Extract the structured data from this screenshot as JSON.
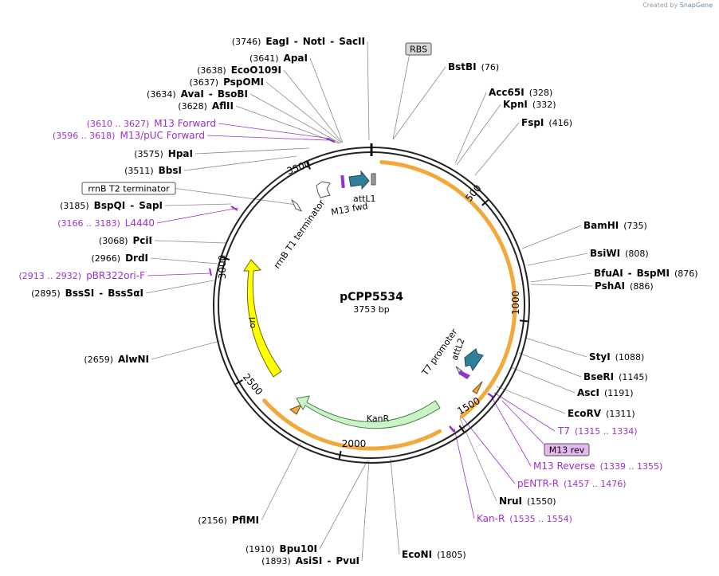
{
  "credit": {
    "prefix": "Created by",
    "brand": "SnapGene"
  },
  "plasmid": {
    "name": "pCPP5534",
    "length_label": "3753 bp",
    "length": 3753
  },
  "ticks": [
    "500",
    "1000",
    "1500",
    "2000",
    "2500",
    "3000",
    "3500"
  ],
  "features": [
    {
      "name": "attL1",
      "type": "arrow",
      "color": "#2f7f9a"
    },
    {
      "name": "M13 fwd",
      "type": "primer",
      "color": "#7a2fb0"
    },
    {
      "name": "rrnB T1 terminator",
      "type": "terminator",
      "color": "#ffffff"
    },
    {
      "name": "ori",
      "type": "arc",
      "color": "#ffff00"
    },
    {
      "name": "KanR",
      "type": "arc",
      "color": "#c9f5c6"
    },
    {
      "name": "attL2",
      "type": "arrow",
      "color": "#2f7f9a"
    },
    {
      "name": "T7 promoter",
      "type": "promoter",
      "color": "#ffffff"
    }
  ],
  "tag_boxes": [
    {
      "text": "RBS"
    },
    {
      "text": "rrnB T2 terminator"
    },
    {
      "text": "M13 rev"
    }
  ],
  "sites": [
    {
      "parts": [
        {
          "t": "(3746)",
          "k": "n"
        },
        {
          "t": "EagI",
          "k": "b"
        },
        {
          "t": "-",
          "k": "s"
        },
        {
          "t": "NotI",
          "k": "b"
        },
        {
          "t": "-",
          "k": "s"
        },
        {
          "t": "SacII",
          "k": "b"
        }
      ]
    },
    {
      "parts": [
        {
          "t": "(3641)",
          "k": "n"
        },
        {
          "t": "ApaI",
          "k": "b"
        }
      ]
    },
    {
      "parts": [
        {
          "t": "(3638)",
          "k": "n"
        },
        {
          "t": "EcoO109I",
          "k": "b"
        }
      ]
    },
    {
      "parts": [
        {
          "t": "(3637)",
          "k": "n"
        },
        {
          "t": "PspOMI",
          "k": "b"
        }
      ]
    },
    {
      "parts": [
        {
          "t": "(3634)",
          "k": "n"
        },
        {
          "t": "AvaI",
          "k": "b"
        },
        {
          "t": "-",
          "k": "s"
        },
        {
          "t": "BsoBI",
          "k": "b"
        }
      ]
    },
    {
      "parts": [
        {
          "t": "(3628)",
          "k": "n"
        },
        {
          "t": "AflII",
          "k": "b"
        }
      ]
    },
    {
      "parts": [
        {
          "t": "(3610 .. 3627)",
          "k": "pn"
        },
        {
          "t": "M13 Forward",
          "k": "p"
        }
      ]
    },
    {
      "parts": [
        {
          "t": "(3596 .. 3618)",
          "k": "pn"
        },
        {
          "t": "M13/pUC Forward",
          "k": "p"
        }
      ]
    },
    {
      "parts": [
        {
          "t": "(3575)",
          "k": "n"
        },
        {
          "t": "HpaI",
          "k": "b"
        }
      ]
    },
    {
      "parts": [
        {
          "t": "(3511)",
          "k": "n"
        },
        {
          "t": "BbsI",
          "k": "b"
        }
      ]
    },
    {
      "parts": [
        {
          "t": "(3185)",
          "k": "n"
        },
        {
          "t": "BspQI",
          "k": "b"
        },
        {
          "t": "-",
          "k": "s"
        },
        {
          "t": "SapI",
          "k": "b"
        }
      ]
    },
    {
      "parts": [
        {
          "t": "(3166 .. 3183)",
          "k": "pn"
        },
        {
          "t": "L4440",
          "k": "p"
        }
      ]
    },
    {
      "parts": [
        {
          "t": "(3068)",
          "k": "n"
        },
        {
          "t": "PciI",
          "k": "b"
        }
      ]
    },
    {
      "parts": [
        {
          "t": "(2966)",
          "k": "n"
        },
        {
          "t": "DrdI",
          "k": "b"
        }
      ]
    },
    {
      "parts": [
        {
          "t": "(2913 .. 2932)",
          "k": "pn"
        },
        {
          "t": "pBR322ori-F",
          "k": "p"
        }
      ]
    },
    {
      "parts": [
        {
          "t": "(2895)",
          "k": "n"
        },
        {
          "t": "BssSI",
          "k": "b"
        },
        {
          "t": "-",
          "k": "s"
        },
        {
          "t": "BssSαI",
          "k": "b"
        }
      ]
    },
    {
      "parts": [
        {
          "t": "(2659)",
          "k": "n"
        },
        {
          "t": "AlwNI",
          "k": "b"
        }
      ]
    },
    {
      "parts": [
        {
          "t": "(2156)",
          "k": "n"
        },
        {
          "t": "PflMI",
          "k": "b"
        }
      ]
    },
    {
      "parts": [
        {
          "t": "(1910)",
          "k": "n"
        },
        {
          "t": "Bpu10I",
          "k": "b"
        }
      ]
    },
    {
      "parts": [
        {
          "t": "(1893)",
          "k": "n"
        },
        {
          "t": "AsiSI",
          "k": "b"
        },
        {
          "t": "-",
          "k": "s"
        },
        {
          "t": "PvuI",
          "k": "b"
        }
      ]
    },
    {
      "parts": [
        {
          "t": "EcoNI",
          "k": "b"
        },
        {
          "t": "(1805)",
          "k": "n"
        }
      ]
    },
    {
      "parts": [
        {
          "t": "BstBI",
          "k": "b"
        },
        {
          "t": "(76)",
          "k": "n"
        }
      ]
    },
    {
      "parts": [
        {
          "t": "Acc65I",
          "k": "b"
        },
        {
          "t": "(328)",
          "k": "n"
        }
      ]
    },
    {
      "parts": [
        {
          "t": "KpnI",
          "k": "b"
        },
        {
          "t": "(332)",
          "k": "n"
        }
      ]
    },
    {
      "parts": [
        {
          "t": "FspI",
          "k": "b"
        },
        {
          "t": "(416)",
          "k": "n"
        }
      ]
    },
    {
      "parts": [
        {
          "t": "BamHI",
          "k": "b"
        },
        {
          "t": "(735)",
          "k": "n"
        }
      ]
    },
    {
      "parts": [
        {
          "t": "BsiWI",
          "k": "b"
        },
        {
          "t": "(808)",
          "k": "n"
        }
      ]
    },
    {
      "parts": [
        {
          "t": "BfuAI",
          "k": "b"
        },
        {
          "t": "-",
          "k": "s"
        },
        {
          "t": "BspMI",
          "k": "b"
        },
        {
          "t": "(876)",
          "k": "n"
        }
      ]
    },
    {
      "parts": [
        {
          "t": "PshAI",
          "k": "b"
        },
        {
          "t": "(886)",
          "k": "n"
        }
      ]
    },
    {
      "parts": [
        {
          "t": "StyI",
          "k": "b"
        },
        {
          "t": "(1088)",
          "k": "n"
        }
      ]
    },
    {
      "parts": [
        {
          "t": "BseRI",
          "k": "b"
        },
        {
          "t": "(1145)",
          "k": "n"
        }
      ]
    },
    {
      "parts": [
        {
          "t": "AscI",
          "k": "b"
        },
        {
          "t": "(1191)",
          "k": "n"
        }
      ]
    },
    {
      "parts": [
        {
          "t": "EcoRV",
          "k": "b"
        },
        {
          "t": "(1311)",
          "k": "n"
        }
      ]
    },
    {
      "parts": [
        {
          "t": "T7",
          "k": "p"
        },
        {
          "t": "(1315 .. 1334)",
          "k": "pn"
        }
      ]
    },
    {
      "parts": [
        {
          "t": "M13 Reverse",
          "k": "p"
        },
        {
          "t": "(1339 .. 1355)",
          "k": "pn"
        }
      ]
    },
    {
      "parts": [
        {
          "t": "pENTR-R",
          "k": "p"
        },
        {
          "t": "(1457 .. 1476)",
          "k": "pn"
        }
      ]
    },
    {
      "parts": [
        {
          "t": "NruI",
          "k": "b"
        },
        {
          "t": "(1550)",
          "k": "n"
        }
      ]
    },
    {
      "parts": [
        {
          "t": "Kan-R",
          "k": "p"
        },
        {
          "t": "(1535 .. 1554)",
          "k": "pn"
        }
      ]
    }
  ]
}
